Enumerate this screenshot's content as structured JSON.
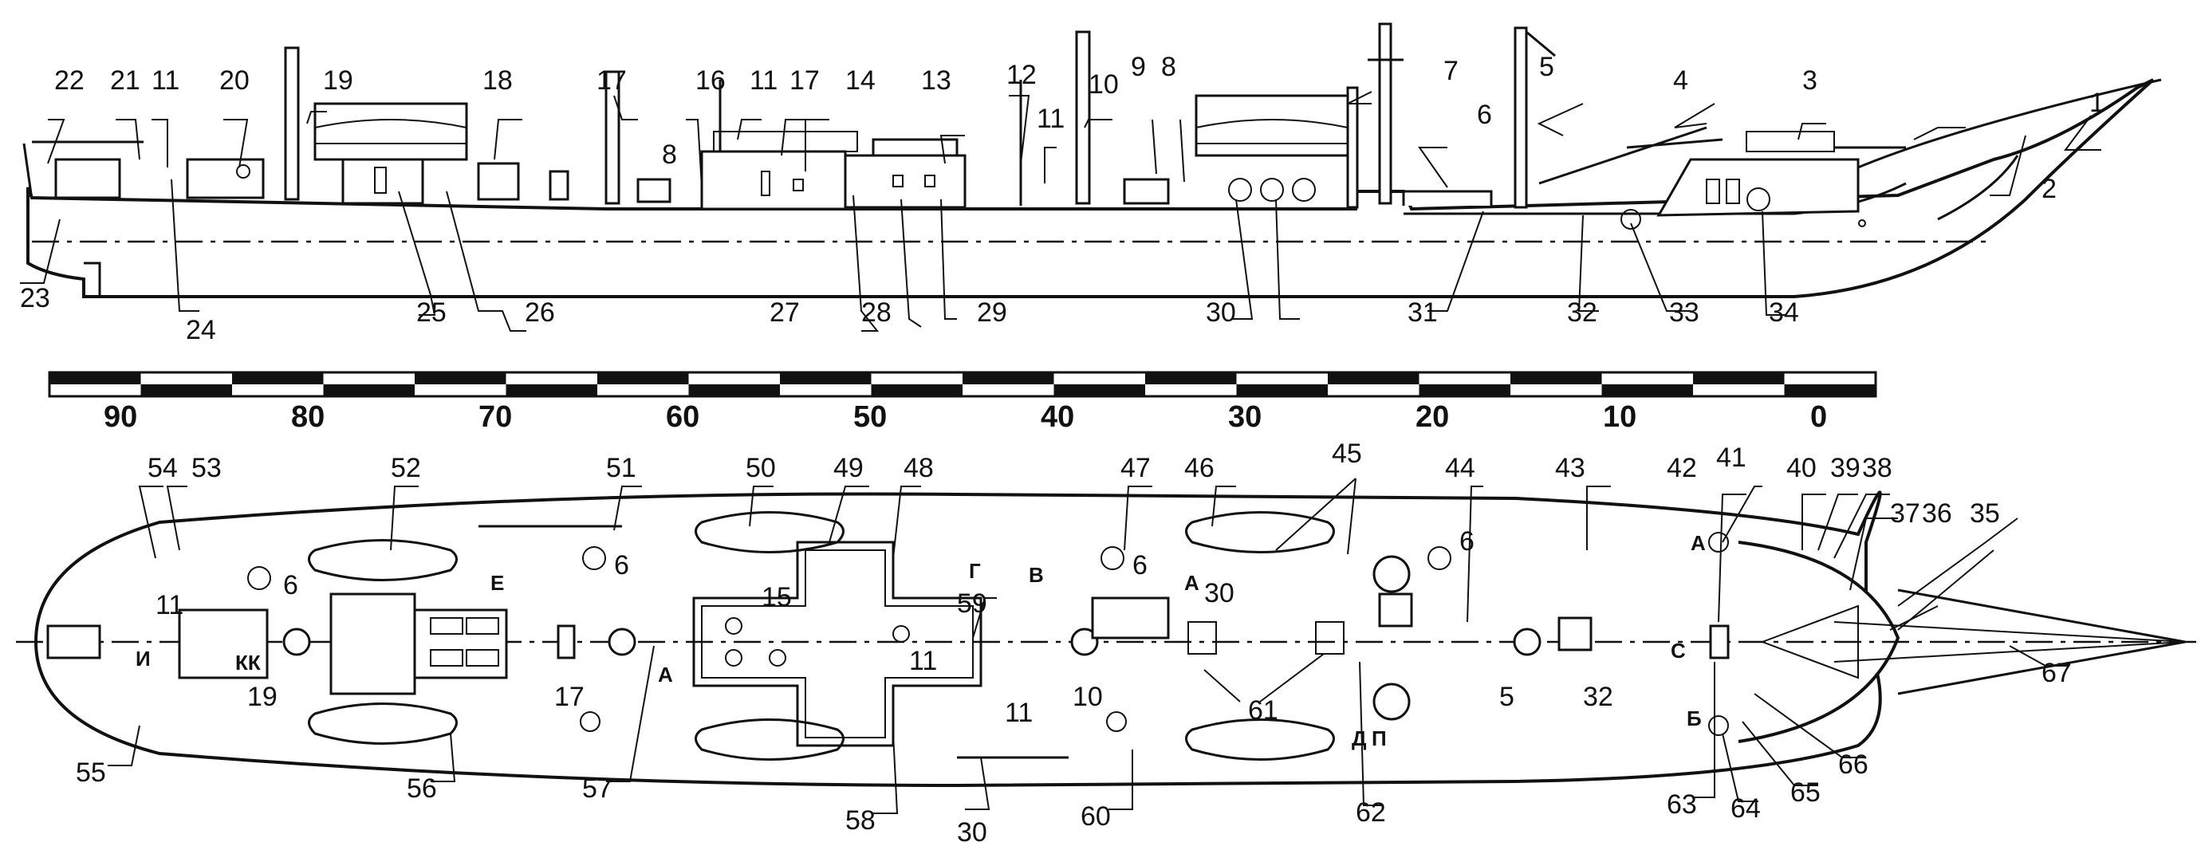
{
  "side_labels": [
    "1",
    "2",
    "3",
    "4",
    "5",
    "6",
    "7",
    "8",
    "9",
    "10",
    "11",
    "12",
    "13",
    "14",
    "11",
    "17",
    "16",
    "17",
    "8",
    "18",
    "19",
    "20",
    "11",
    "21",
    "22",
    "23",
    "24",
    "25",
    "26",
    "27",
    "28",
    "29",
    "30",
    "31",
    "32",
    "33",
    "34"
  ],
  "plan_labels": [
    "35",
    "36",
    "37",
    "38",
    "39",
    "40",
    "41",
    "42",
    "43",
    "44",
    "45",
    "46",
    "47",
    "48",
    "49",
    "50",
    "51",
    "52",
    "53",
    "54",
    "55",
    "56",
    "57",
    "58",
    "59",
    "60",
    "61",
    "62",
    "63",
    "64",
    "65",
    "66",
    "67",
    "6",
    "6",
    "6",
    "6",
    "11",
    "11",
    "15",
    "19",
    "17",
    "10",
    "11",
    "5",
    "32",
    "30",
    "30"
  ],
  "scale": {
    "ticks": [
      "90",
      "80",
      "70",
      "60",
      "50",
      "40",
      "30",
      "20",
      "10",
      "0"
    ]
  },
  "section_letters": [
    "А",
    "А",
    "А",
    "Б",
    "В",
    "Г",
    "Д",
    "Е",
    "С",
    "И",
    "КК",
    "П"
  ]
}
